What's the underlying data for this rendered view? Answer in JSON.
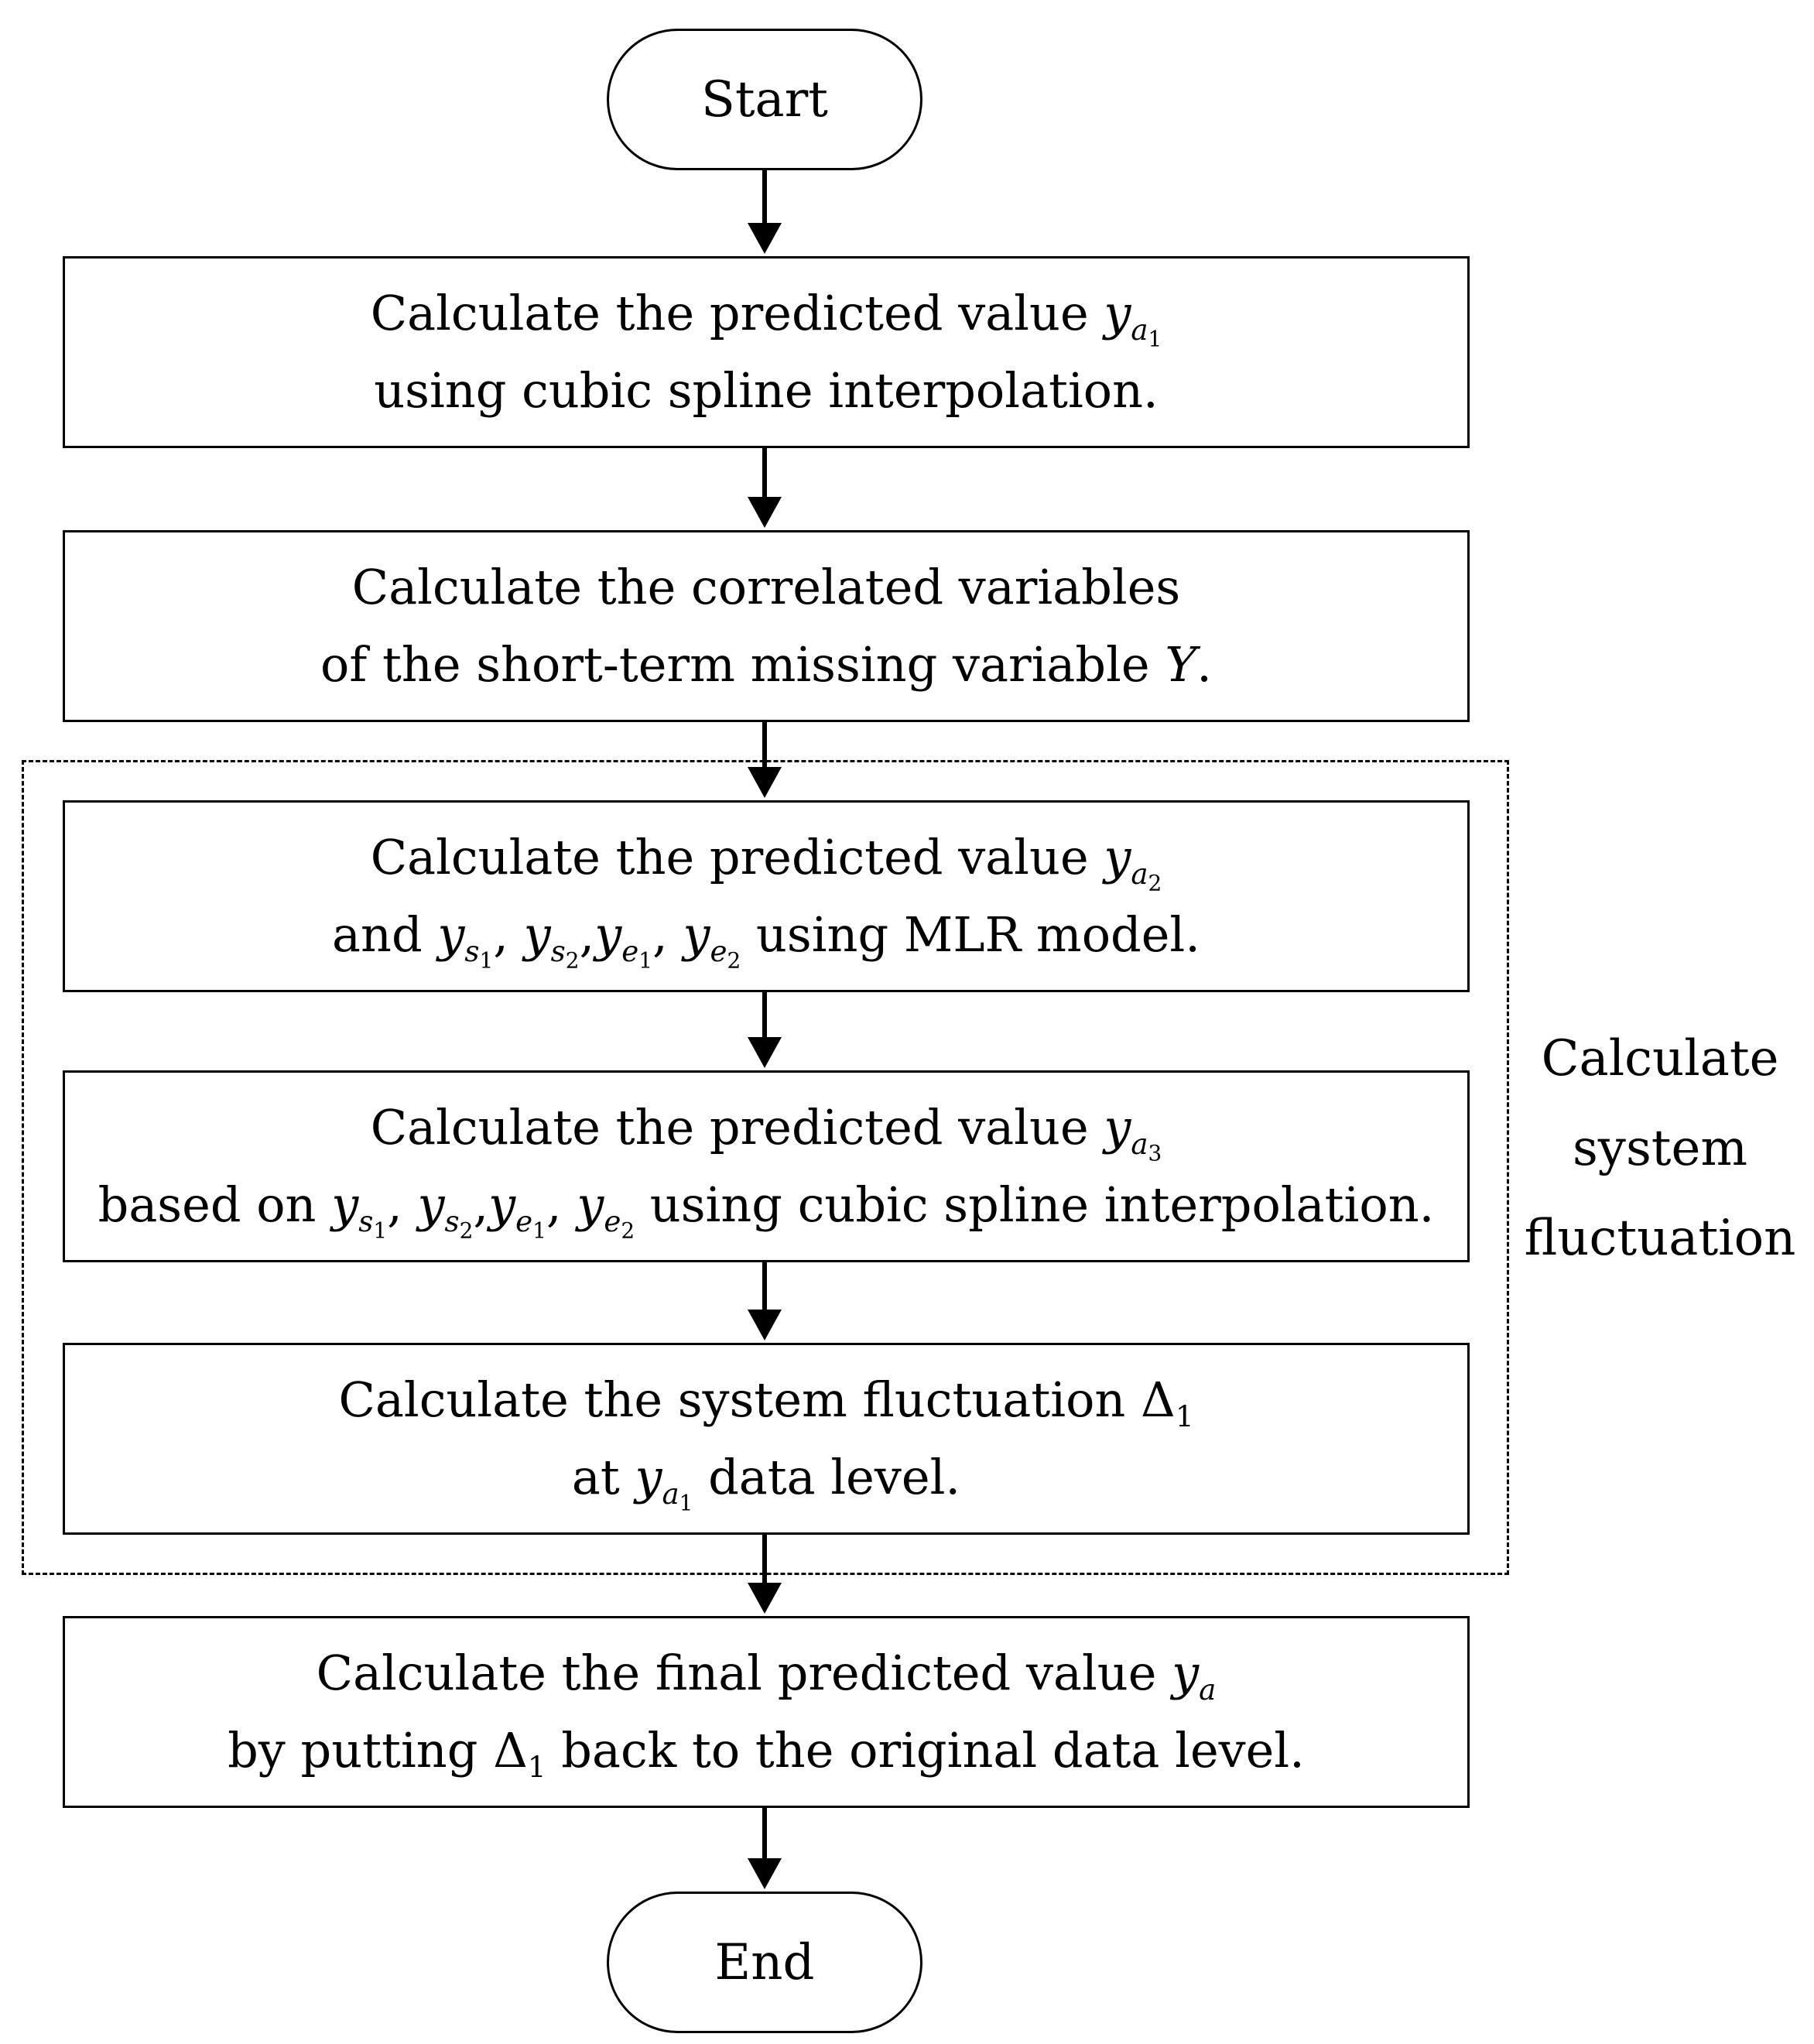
{
  "start": "Start",
  "end": "End",
  "steps": [
    {
      "line1": [
        "Calculate the predicted value ",
        {
          "var": "y",
          "sub": "a",
          "subsub": "1"
        }
      ],
      "line2": [
        "using cubic spline interpolation."
      ]
    },
    {
      "line1": [
        "Calculate the correlated variables"
      ],
      "line2": [
        "of the short-term missing variable ",
        {
          "var": "Y"
        },
        "."
      ]
    },
    {
      "line1": [
        "Calculate the predicted value ",
        {
          "var": "y",
          "sub": "a",
          "subsub": "2"
        }
      ],
      "line2": [
        "and ",
        {
          "var": "y",
          "sub": "s",
          "subsub": "1"
        },
        ", ",
        {
          "var": "y",
          "sub": "s",
          "subsub": "2"
        },
        ",",
        {
          "var": "y",
          "sub": "e",
          "subsub": "1"
        },
        ", ",
        {
          "var": "y",
          "sub": "e",
          "subsub": "2"
        },
        " using MLR model."
      ]
    },
    {
      "line1": [
        "Calculate the predicted value ",
        {
          "var": "y",
          "sub": "a",
          "subsub": "3"
        }
      ],
      "line2": [
        "based on  ",
        {
          "var": "y",
          "sub": "s",
          "subsub": "1"
        },
        ", ",
        {
          "var": "y",
          "sub": "s",
          "subsub": "2"
        },
        ",",
        {
          "var": "y",
          "sub": "e",
          "subsub": "1"
        },
        ", ",
        {
          "var": "y",
          "sub": "e",
          "subsub": "2"
        },
        " using cubic spline interpolation."
      ]
    },
    {
      "line1": [
        "Calculate the system fluctuation ",
        {
          "sym": "Δ",
          "sub": "1"
        }
      ],
      "line2": [
        "at ",
        {
          "var": "y",
          "sub": "a",
          "subsub": "1"
        },
        " data level."
      ]
    },
    {
      "line1": [
        "Calculate the final predicted value ",
        {
          "var": "y",
          "sub": "a"
        }
      ],
      "line2": [
        "by putting ",
        {
          "sym": "Δ",
          "sub": "1"
        },
        "  back to the original data level."
      ]
    }
  ],
  "group_label": [
    "Calculate",
    "system",
    "fluctuation"
  ]
}
